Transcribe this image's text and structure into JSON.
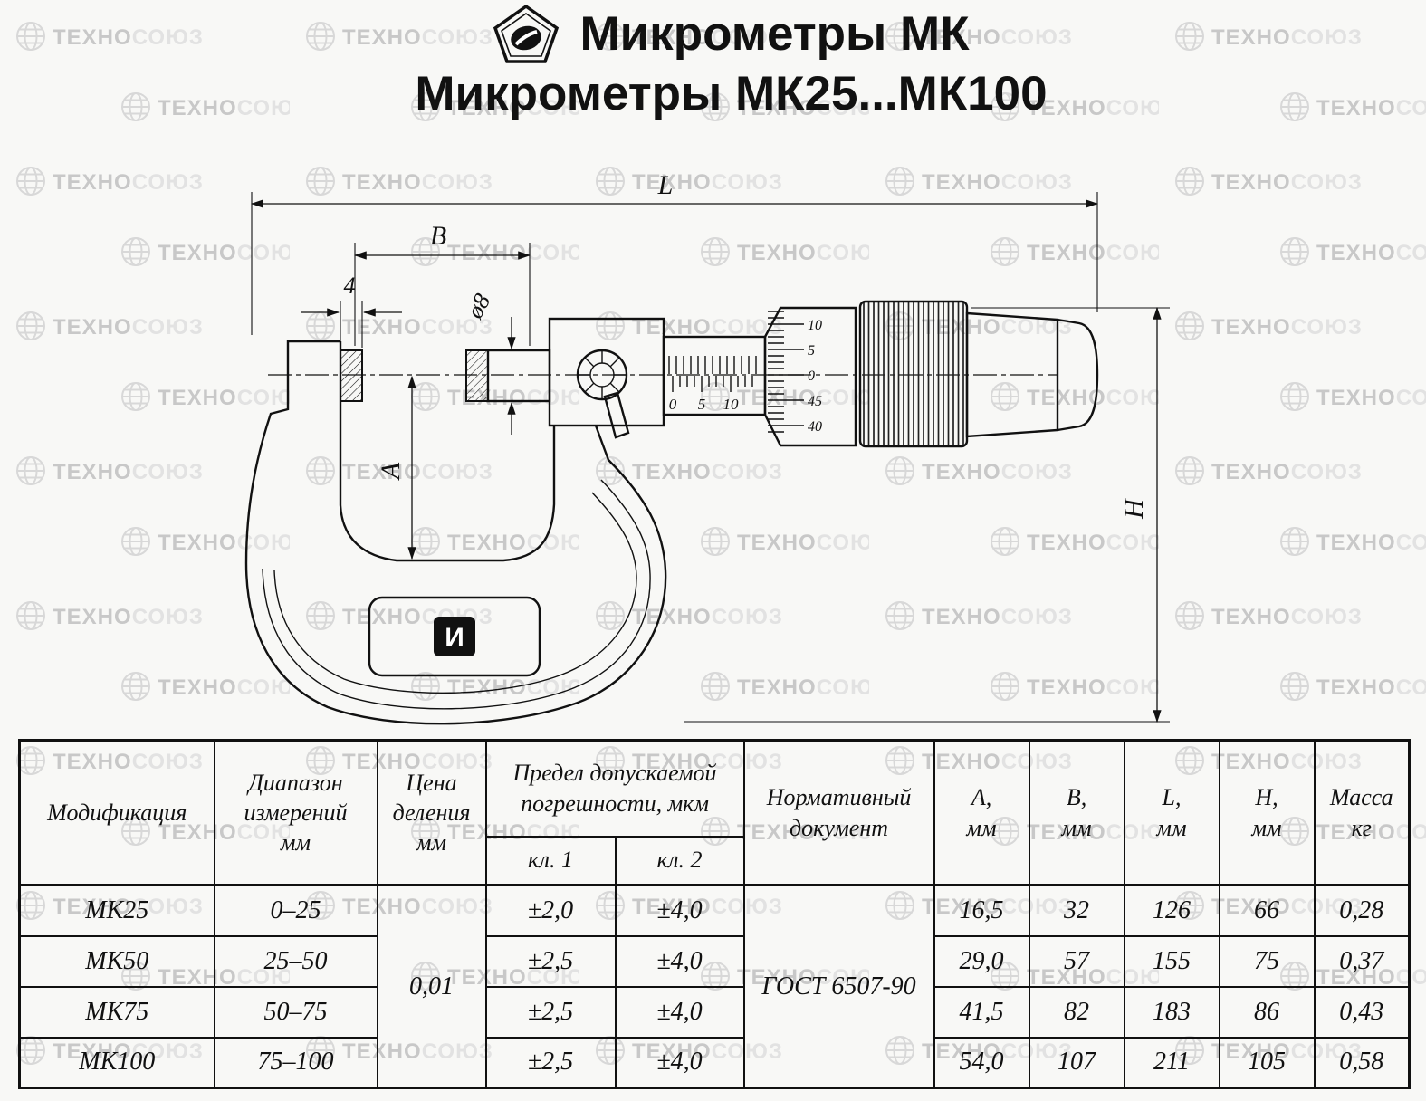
{
  "header": {
    "title": "Микрометры МК",
    "subtitle": "Микрометры МК25...МК100"
  },
  "watermark": {
    "part1": "ТЕХНО",
    "part2": "СОЮЗ"
  },
  "drawing": {
    "dims": {
      "overall_length": "L",
      "frame_depth": "B",
      "anvil_length": "4",
      "spindle_diameter": "ø8",
      "frame_reach": "A",
      "overall_height": "H"
    },
    "sleeve_scale": [
      "0",
      "5",
      "10"
    ],
    "thimble_scale": [
      "10",
      "5",
      "0",
      "45",
      "40"
    ],
    "frame_logo_letter": "И"
  },
  "table": {
    "headers": {
      "modification": "Модификация",
      "range_l1": "Диапазон",
      "range_l2": "измерений",
      "range_l3": "мм",
      "division_l1": "Цена",
      "division_l2": "деления",
      "division_l3": "мм",
      "error_l1": "Предел допускаемой",
      "error_l2": "погрешности, мкм",
      "error_class1": "кл. 1",
      "error_class2": "кл. 2",
      "document_l1": "Нормативный",
      "document_l2": "документ",
      "a_l1": "А,",
      "a_l2": "мм",
      "b_l1": "В,",
      "b_l2": "мм",
      "l_l1": "L,",
      "l_l2": "мм",
      "h_l1": "Н,",
      "h_l2": "мм",
      "mass_l1": "Масса",
      "mass_l2": "кг"
    },
    "division_value": "0,01",
    "document_value": "ГОСТ 6507-90",
    "rows": [
      {
        "model": "МК25",
        "range": "0–25",
        "class1": "±2,0",
        "class2": "±4,0",
        "a": "16,5",
        "b": "32",
        "l": "126",
        "h": "66",
        "mass": "0,28"
      },
      {
        "model": "МК50",
        "range": "25–50",
        "class1": "±2,5",
        "class2": "±4,0",
        "a": "29,0",
        "b": "57",
        "l": "155",
        "h": "75",
        "mass": "0,37"
      },
      {
        "model": "МК75",
        "range": "50–75",
        "class1": "±2,5",
        "class2": "±4,0",
        "a": "41,5",
        "b": "82",
        "l": "183",
        "h": "86",
        "mass": "0,43"
      },
      {
        "model": "МК100",
        "range": "75–100",
        "class1": "±2,5",
        "class2": "±4,0",
        "a": "54,0",
        "b": "107",
        "l": "211",
        "h": "105",
        "mass": "0,58"
      }
    ]
  }
}
